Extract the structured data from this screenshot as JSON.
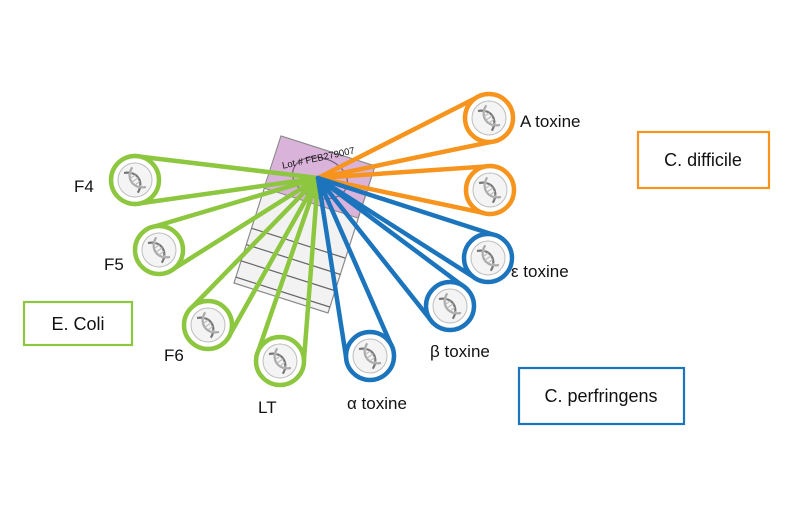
{
  "card": {
    "lot_label": "Lot # FEB279007",
    "fill_color": "#d9b3d9",
    "paper_color": "#f2f2f2"
  },
  "groups": [
    {
      "id": "ecoli",
      "name": "E. Coli",
      "color": "#8dc63f",
      "targets": [
        "F4",
        "F5",
        "F6",
        "LT"
      ]
    },
    {
      "id": "cdifficile",
      "name": "C. difficile",
      "color": "#f7941d",
      "targets": [
        "A toxine",
        ""
      ]
    },
    {
      "id": "cperfringens",
      "name": "C. perfringens",
      "color": "#1c75bc",
      "targets": [
        "ε toxine",
        "β toxine",
        "α toxine"
      ]
    }
  ],
  "icons": {
    "target": "dna-helix-icon"
  }
}
